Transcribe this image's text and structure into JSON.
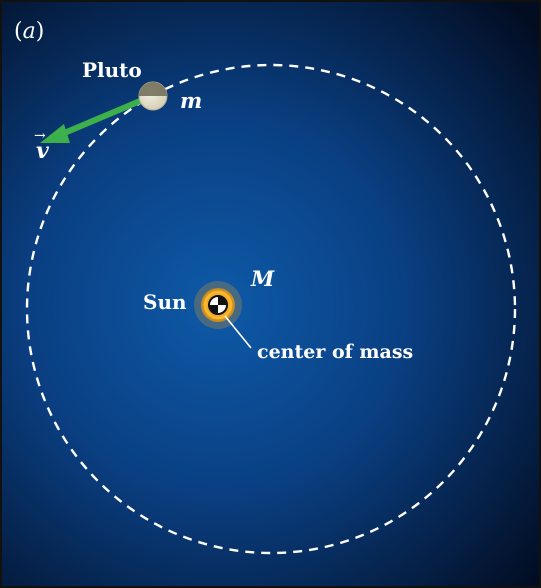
{
  "panel": {
    "label_open": "(",
    "label_letter": "a",
    "label_close": ")"
  },
  "bodies": {
    "planet_name": "Pluto",
    "planet_mass_symbol": "m",
    "star_name": "Sun",
    "star_mass_symbol": "M",
    "com_label": "center of mass"
  },
  "velocity": {
    "symbol": "v",
    "arrow_accent": "→"
  },
  "colors": {
    "background_center": "#0e5aa8",
    "background_edge": "#020d22",
    "frame": "#111111",
    "orbit": "#ffffff",
    "velocity_arrow": "#3cb04a",
    "sun_glow": "#f2a51a",
    "text": "#ffffff"
  },
  "icons": {
    "com_marker": "center-of-mass-symbol",
    "planet": "pluto-disk",
    "star": "sun-glow"
  }
}
